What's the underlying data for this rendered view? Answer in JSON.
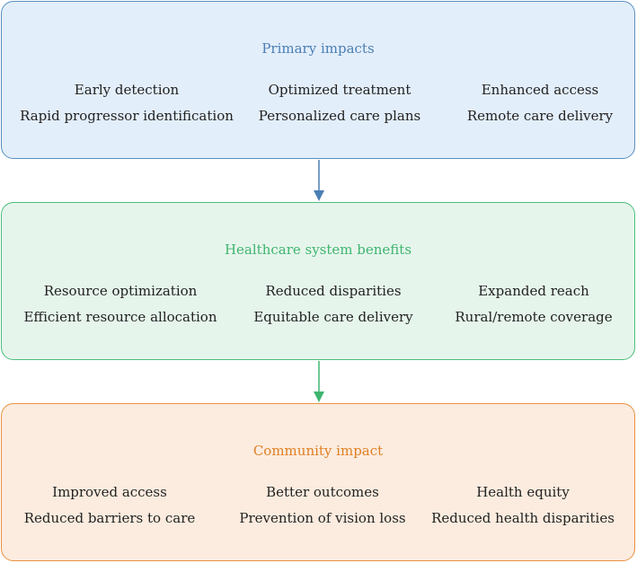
{
  "boxes": [
    {
      "title": "Primary impacts",
      "columns": [
        {
          "heading": "Early detection",
          "detail": "Rapid progressor identification"
        },
        {
          "heading": "Optimized treatment",
          "detail": "Personalized care plans"
        },
        {
          "heading": "Enhanced access",
          "detail": "Remote care delivery"
        }
      ]
    },
    {
      "title": "Healthcare system benefits",
      "columns": [
        {
          "heading": "Resource optimization",
          "detail": "Efficient resource allocation"
        },
        {
          "heading": "Reduced disparities",
          "detail": "Equitable care delivery"
        },
        {
          "heading": "Expanded reach",
          "detail": "Rural/remote coverage"
        }
      ]
    },
    {
      "title": "Community impact",
      "columns": [
        {
          "heading": "Improved access",
          "detail": "Reduced barriers to care"
        },
        {
          "heading": "Better outcomes",
          "detail": "Prevention of vision loss"
        },
        {
          "heading": "Health equity",
          "detail": "Reduced health disparities"
        }
      ]
    }
  ],
  "colors": {
    "primary_accent": "#5a8fc0",
    "healthcare_accent": "#4dbd7c",
    "community_accent": "#e8913f"
  }
}
